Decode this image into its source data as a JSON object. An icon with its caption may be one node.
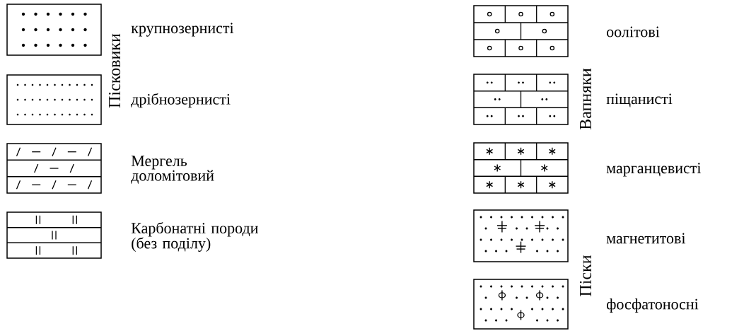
{
  "diagram": {
    "labels": [
      "Пісковики",
      "Вапняки",
      "Піски"
    ],
    "legend": [
      {
        "text": "крупнозернисті"
      },
      {
        "text": "дрібнозернисті"
      },
      {
        "text": "Мергель доломітовий"
      },
      {
        "text": "Карбонатні породи (без поділу)"
      },
      {
        "text": "оолітові"
      },
      {
        "text": "піщанисті"
      },
      {
        "text": "марганцевисті"
      },
      {
        "text": "магнетитові"
      },
      {
        "text": "фосфатоносні"
      }
    ]
  }
}
